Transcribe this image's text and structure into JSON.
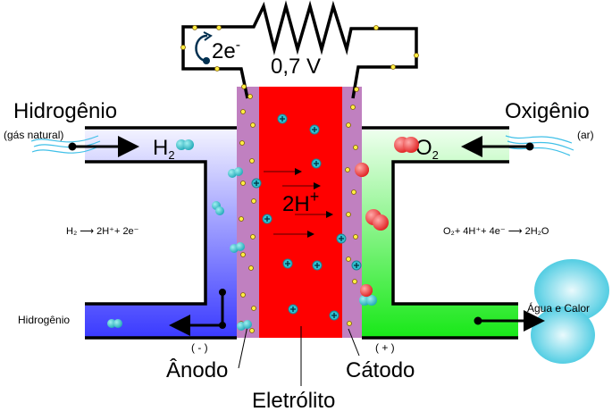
{
  "circuit": {
    "electrons": "2e",
    "electron_sup": "-",
    "voltage": "0,7 V"
  },
  "left": {
    "title": "Hidrogênio",
    "subtitle": "(gás natural)",
    "gas_label": "H",
    "gas_sub": "2",
    "reaction": "H₂ ⟶ 2H⁺+ 2e⁻",
    "outlet_label": "Hidrogênio",
    "polarity": "( - )",
    "electrode": "Ânodo"
  },
  "right": {
    "title": "Oxigênio",
    "subtitle": "(ar)",
    "gas_label": "O",
    "gas_sub": "2",
    "reaction": "O₂+ 4H⁺+ 4e⁻ ⟶ 2H₂O",
    "outlet_label": "Água e Calor",
    "polarity": "( + )",
    "electrode": "Cátodo"
  },
  "center": {
    "ion": "2H",
    "ion_sup": "+",
    "electrolyte": "Eletrólito"
  },
  "colors": {
    "anode_gas": "#4040ff",
    "cathode_gas": "#22ee22",
    "electrolyte": "#ff0000",
    "electrode": "#c080c0",
    "hydrogen": "#30c0c8",
    "oxygen": "#ee3333"
  }
}
